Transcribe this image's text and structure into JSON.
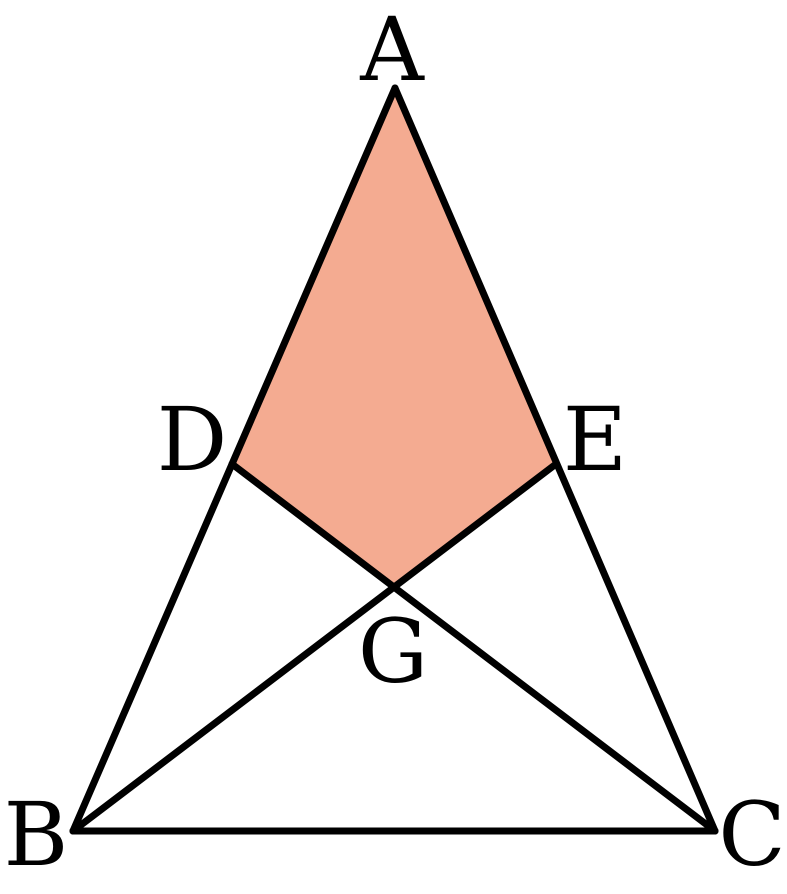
{
  "figure": {
    "points": [
      {
        "id": "A",
        "label": "A"
      },
      {
        "id": "B",
        "label": "B"
      },
      {
        "id": "C",
        "label": "C"
      },
      {
        "id": "D",
        "label": "D"
      },
      {
        "id": "E",
        "label": "E"
      },
      {
        "id": "G",
        "label": "G"
      }
    ],
    "segments": [
      [
        "A",
        "B"
      ],
      [
        "A",
        "C"
      ],
      [
        "B",
        "C"
      ],
      [
        "B",
        "E"
      ],
      [
        "C",
        "D"
      ]
    ],
    "shaded_region": {
      "vertices": [
        "A",
        "D",
        "G",
        "E"
      ],
      "color": "#f4ab91"
    },
    "line_color": "#000000"
  }
}
